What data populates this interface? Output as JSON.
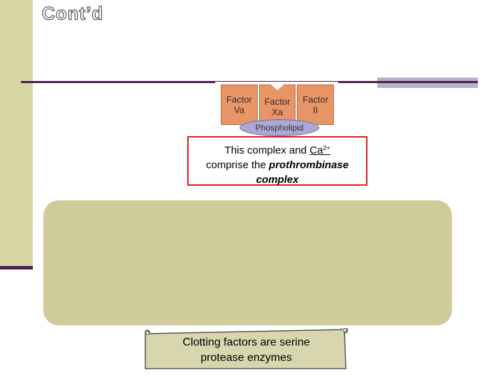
{
  "slide": {
    "title": "Cont’d"
  },
  "diagram": {
    "factors": [
      {
        "line1": "Factor",
        "line2": "Va"
      },
      {
        "line1": "Factor",
        "line2": "Xa"
      },
      {
        "line1": "Factor",
        "line2": "II"
      }
    ],
    "base_label": "Phospholipid",
    "colors": {
      "factor": "#e79466",
      "base": "#a9a8d6"
    }
  },
  "callout": {
    "text_before": "This complex and ",
    "ion": "Ca",
    "ion_charge": "2+",
    "line2_prefix": "comprise the ",
    "emphasis1": "prothrombinase",
    "emphasis2": "complex",
    "border_color": "#e31b1b"
  },
  "scroll_note": {
    "line1": "Clotting factors are serine",
    "line2": "protease enzymes"
  }
}
